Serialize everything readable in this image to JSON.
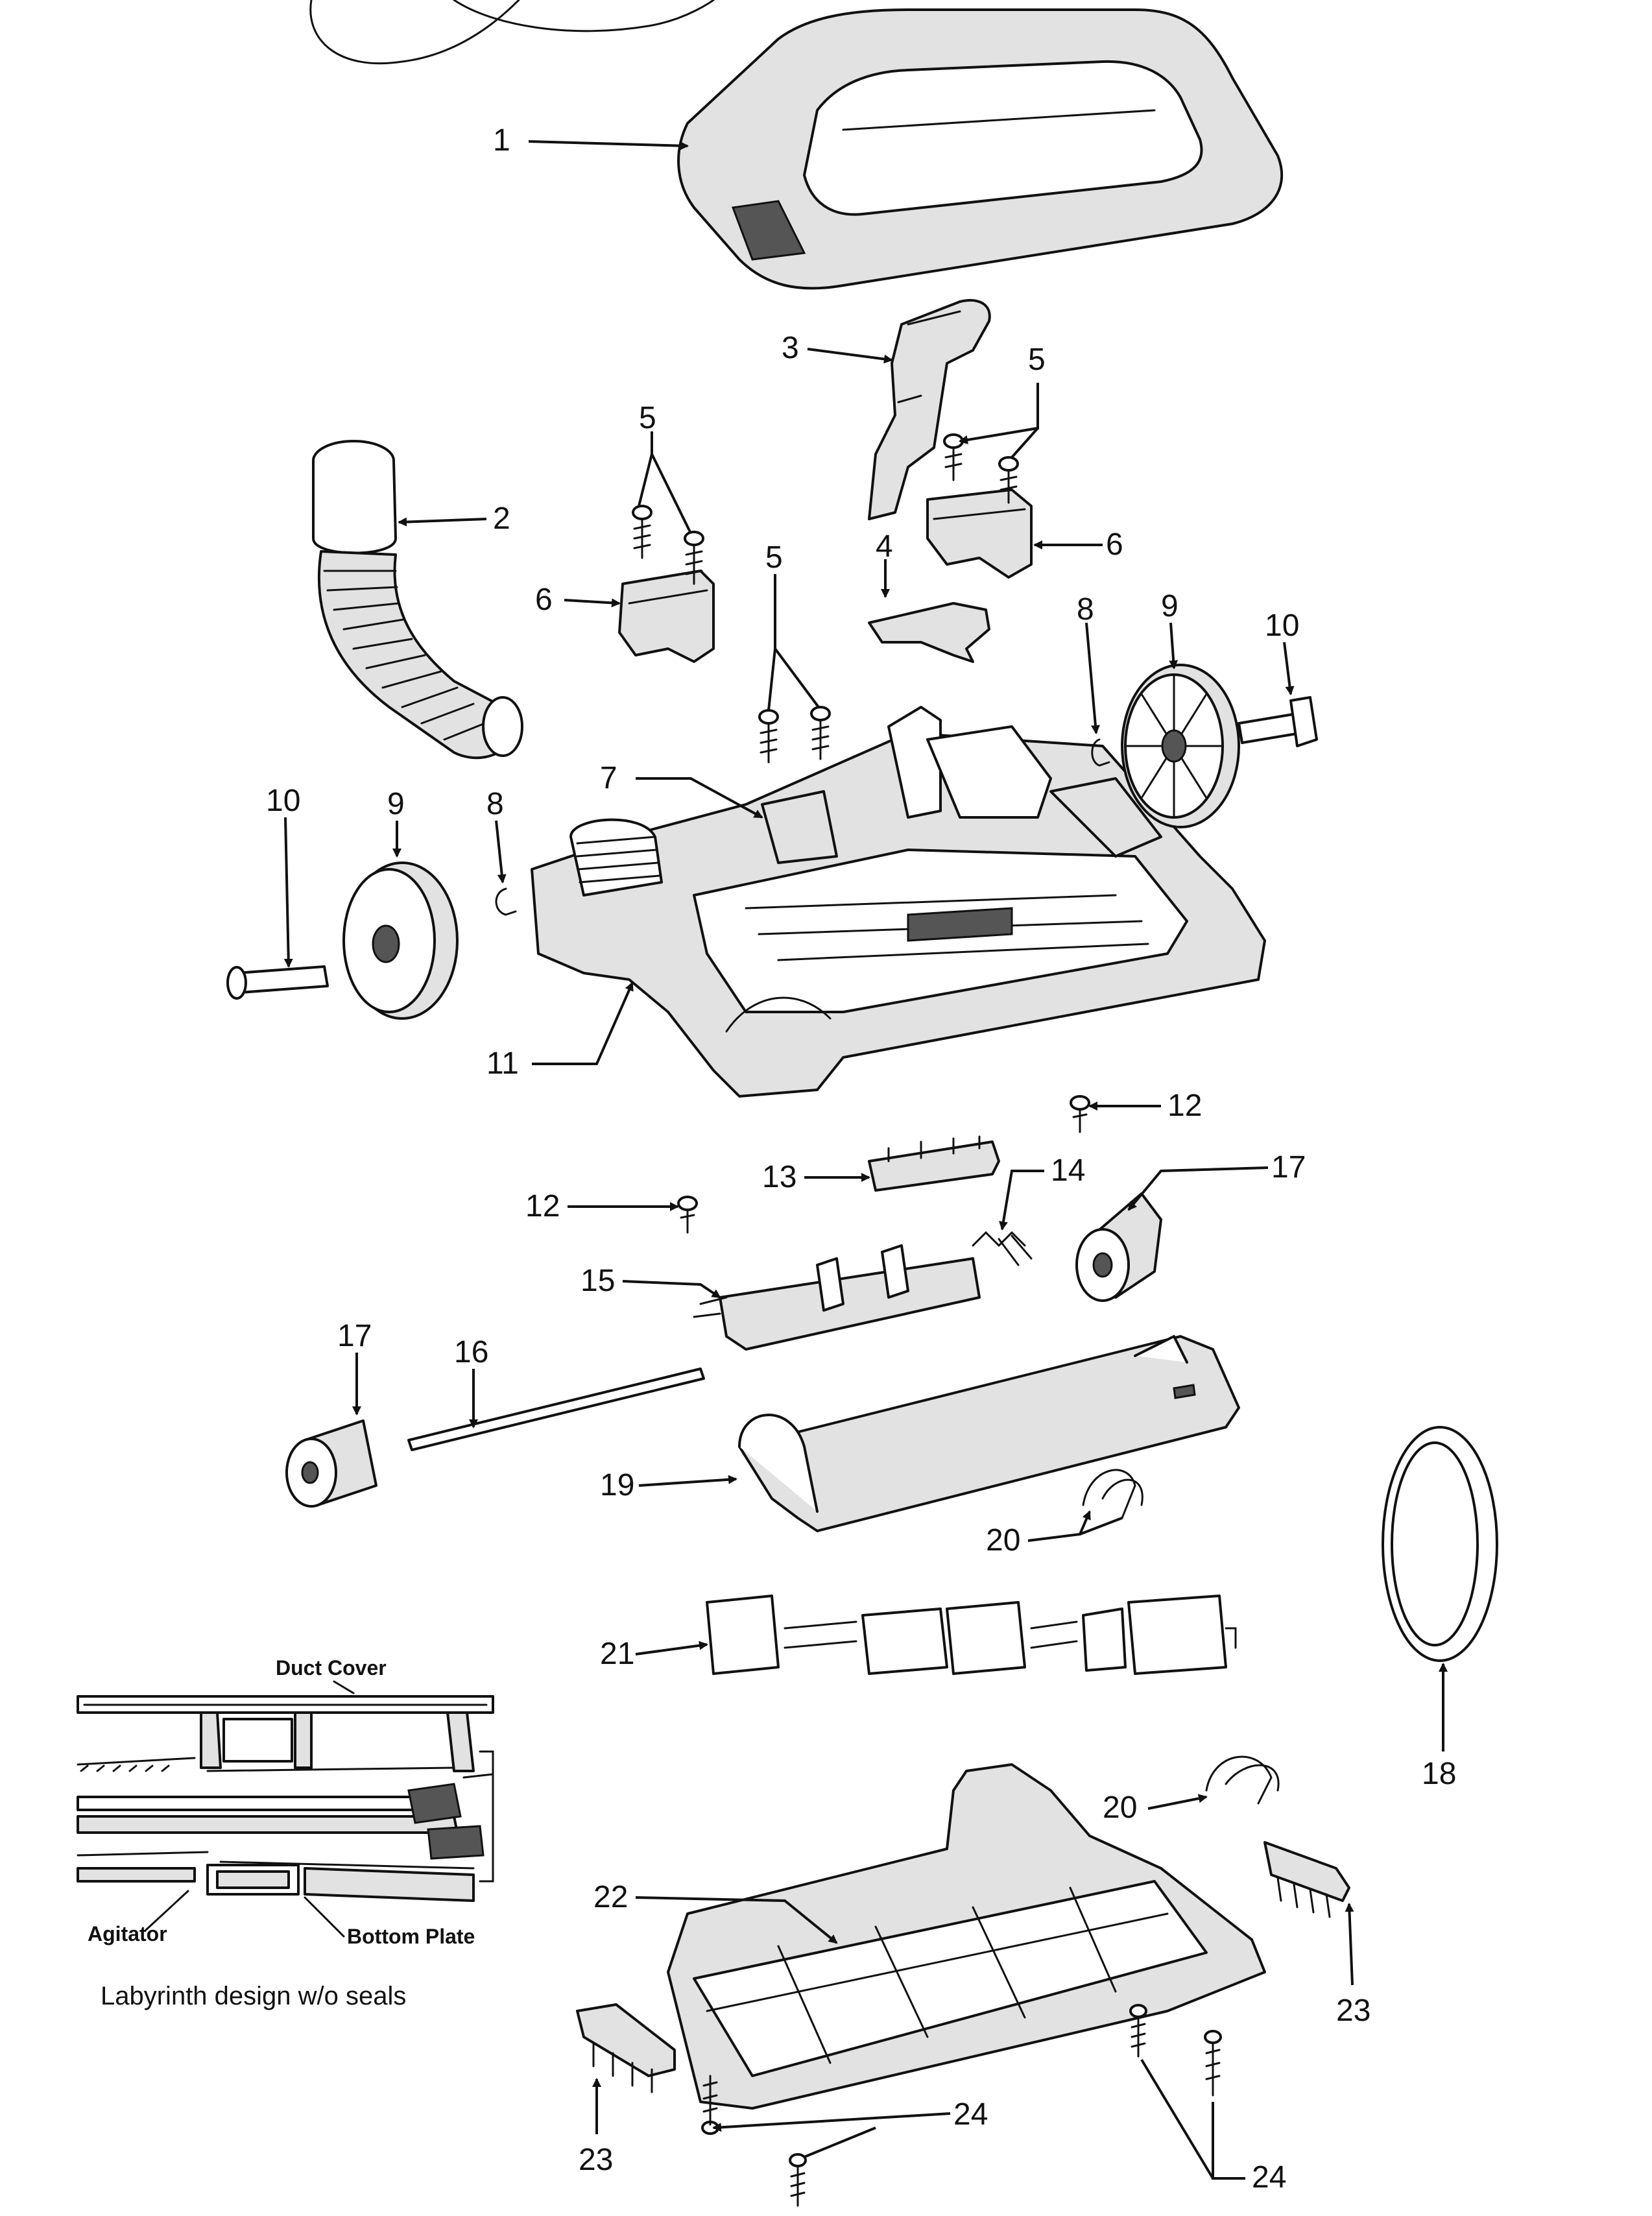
{
  "callouts": {
    "c1": "1",
    "c2": "2",
    "c3": "3",
    "c4": "4",
    "c5a": "5",
    "c5b": "5",
    "c5c": "5",
    "c6a": "6",
    "c6b": "6",
    "c7": "7",
    "c8a": "8",
    "c8b": "8",
    "c9a": "9",
    "c9b": "9",
    "c10a": "10",
    "c10b": "10",
    "c11": "11",
    "c12a": "12",
    "c12b": "12",
    "c13": "13",
    "c14": "14",
    "c15": "15",
    "c16": "16",
    "c17a": "17",
    "c17b": "17",
    "c18": "18",
    "c19": "19",
    "c20a": "20",
    "c20b": "20",
    "c21": "21",
    "c22": "22",
    "c23a": "23",
    "c23b": "23",
    "c24a": "24",
    "c24b": "24"
  },
  "inset": {
    "duct_cover": "Duct Cover",
    "agitator": "Agitator",
    "bottom_plate": "Bottom Plate",
    "caption": "Labyrinth design w/o seals"
  }
}
